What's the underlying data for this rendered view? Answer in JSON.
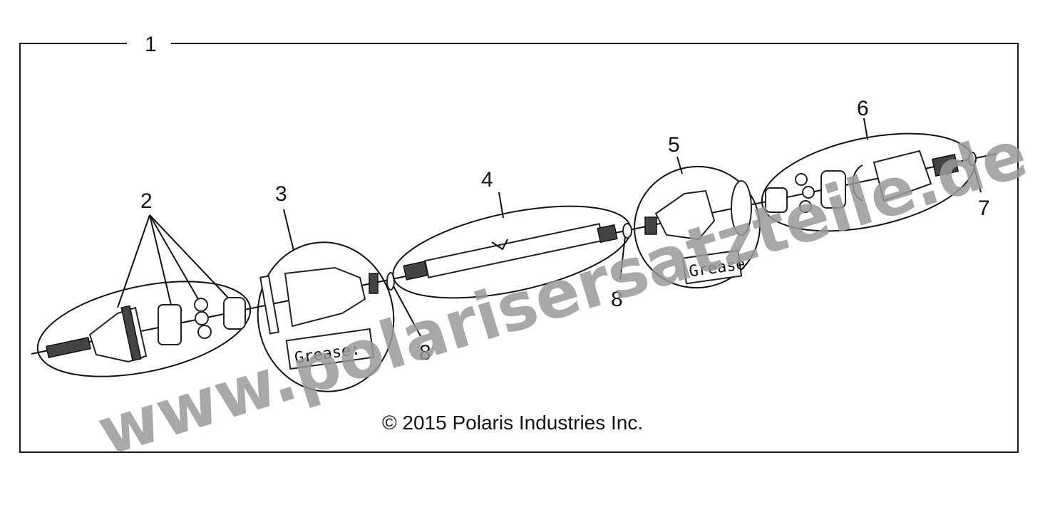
{
  "diagram": {
    "callouts": {
      "assembly": "1",
      "outer_cv_joint": "2",
      "outer_boot_kit": "3",
      "shaft": "4",
      "inner_boot_kit": "5",
      "inner_cv_joint": "6",
      "clip_right": "7",
      "clip_left": "8",
      "clip_center": "8"
    },
    "grease_labels": {
      "outer_boot": "Grease:",
      "inner_boot": "Grease"
    },
    "copyright": "© 2015 Polaris Industries Inc.",
    "watermark": "www.polarisersatzteile.de"
  }
}
